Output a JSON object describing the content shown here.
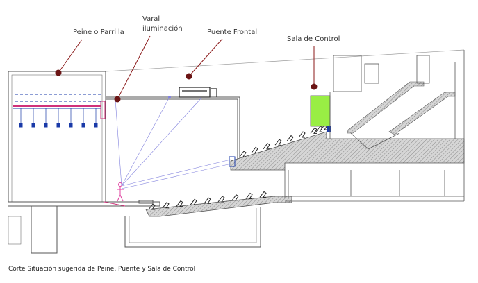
{
  "labels": {
    "peine": "Peine o Parrilla",
    "varal_line1": "Varal",
    "varal_line2": "iluminación",
    "puente": "Puente Frontal",
    "sala": "Sala de Control"
  },
  "caption": "Corte Situación sugerida de Peine, Puente y Sala de Control",
  "colors": {
    "line": "#555555",
    "hatch": "#8a8a8a",
    "leader": "#8b1a1a",
    "marker": "#6b1414",
    "control_room": "#99ee44",
    "grid_blue": "#1a3aa8",
    "grid_red": "#d0307a",
    "light_beam": "#8080dd",
    "pink": "#e040a0"
  },
  "icons": [
    "marker-dot",
    "seat-icon",
    "spotlight-icon"
  ]
}
